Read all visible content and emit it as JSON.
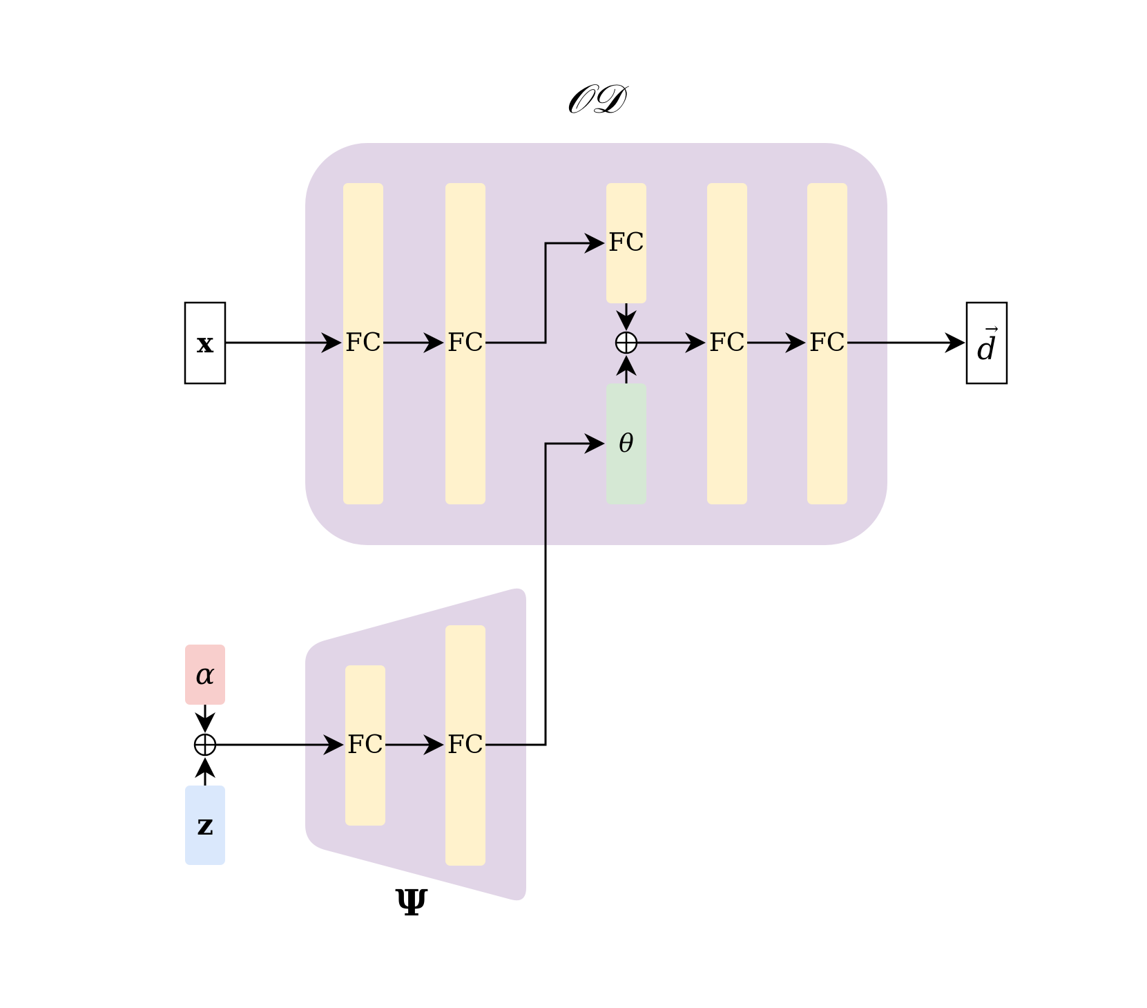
{
  "title": "𝒪𝒟",
  "od_block": {
    "layer_label": "FC",
    "top_fc_label": "FC",
    "theta_label": "θ"
  },
  "psi_block": {
    "title": "Ψ",
    "layer_label": "FC"
  },
  "inputs": {
    "x": "x",
    "alpha": "α",
    "z": "z"
  },
  "output": {
    "d": "d",
    "d_arrow": "→"
  },
  "operators": {
    "sum": "⊕"
  },
  "colors": {
    "container_fill": "#e1d5e7",
    "fc_fill": "#fff2cc",
    "theta_fill": "#d5e8d4",
    "alpha_fill": "#f8cecc",
    "z_fill": "#dae8fc",
    "line": "#000000"
  }
}
